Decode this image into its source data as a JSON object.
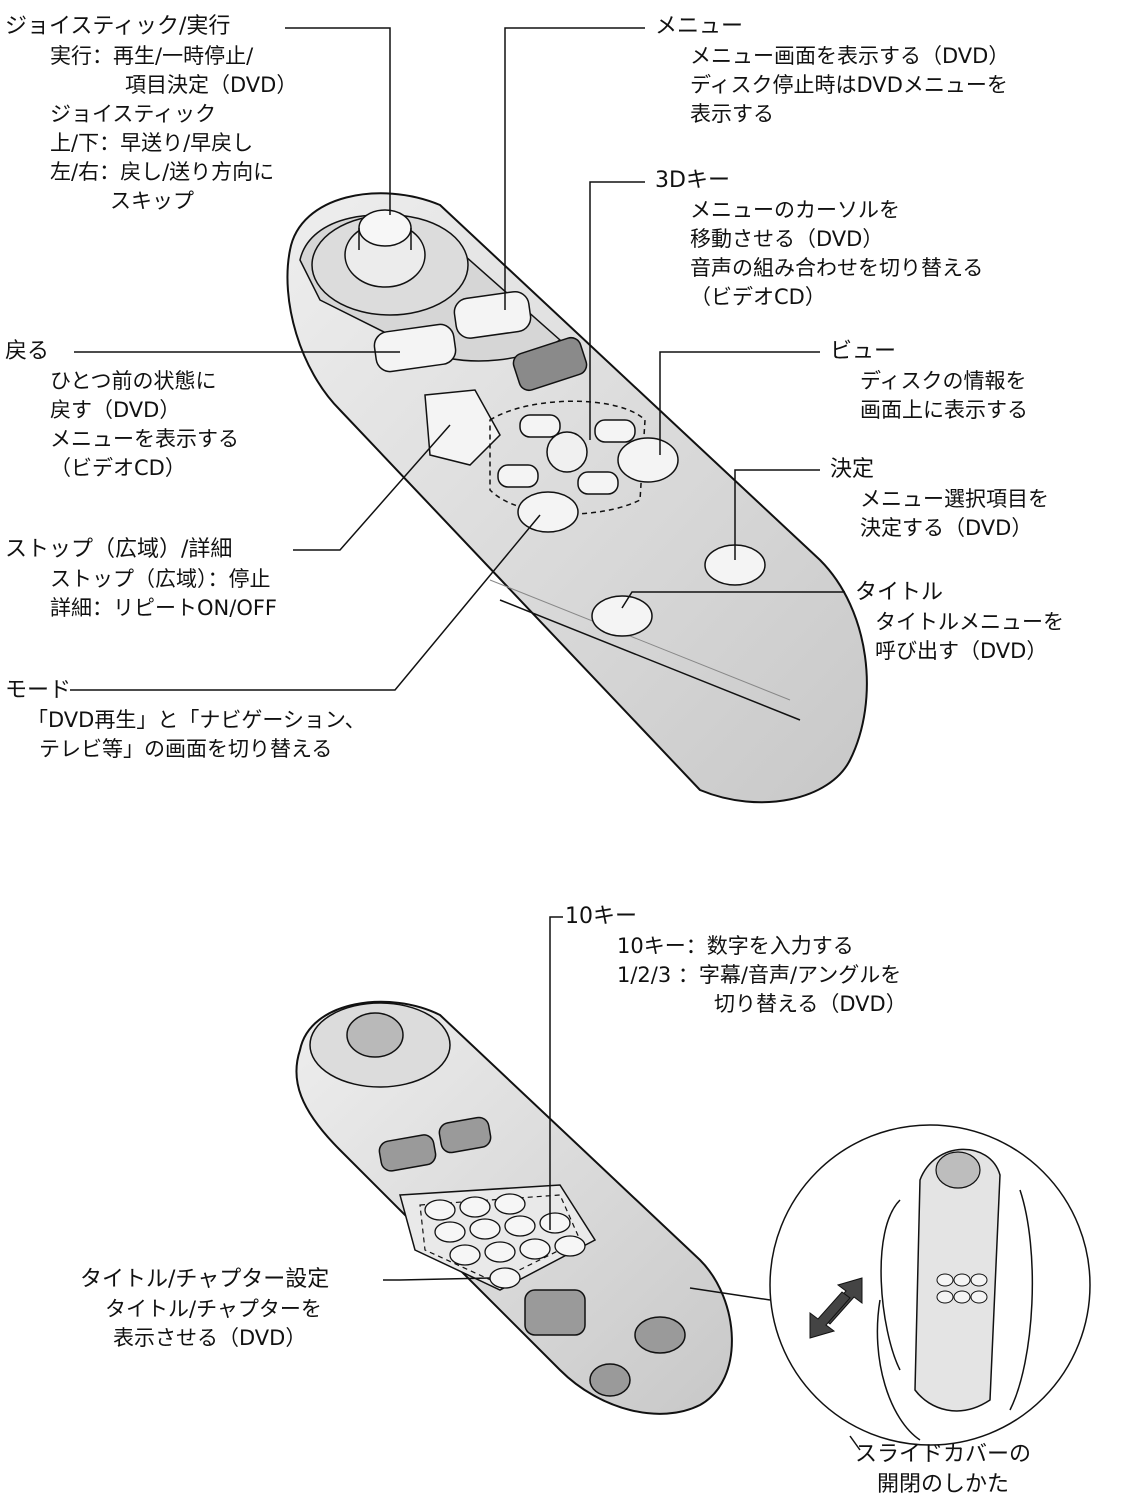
{
  "colors": {
    "body_fill": "#e4e4e4",
    "body_shade": "#c9c9c9",
    "button_fill": "#f4f4f4",
    "dark_button": "#8a8a8a",
    "line": "#111111"
  },
  "labels": {
    "joystick": {
      "title": "ジョイスティック/実行",
      "lines": [
        "実行：再生/一時停止/",
        "項目決定（DVD）",
        "ジョイスティック",
        "上/下：早送り/早戻し",
        "左/右：戻し/送り方向に",
        "スキップ"
      ]
    },
    "menu": {
      "title": "メニュー",
      "lines": [
        "メニュー画面を表示する（DVD）",
        "ディスク停止時はDVDメニューを",
        "表示する"
      ]
    },
    "key3d": {
      "title": "3Dキー",
      "lines": [
        "メニューのカーソルを",
        "移動させる（DVD）",
        "音声の組み合わせを切り替える",
        "（ビデオCD）"
      ]
    },
    "back": {
      "title": "戻る",
      "lines": [
        "ひとつ前の状態に",
        "戻す（DVD）",
        "メニューを表示する",
        "（ビデオCD）"
      ]
    },
    "view": {
      "title": "ビュー",
      "lines": [
        "ディスクの情報を",
        "画面上に表示する"
      ]
    },
    "enter": {
      "title": "決定",
      "lines": [
        "メニュー選択項目を",
        "決定する（DVD）"
      ]
    },
    "stop": {
      "title": "ストップ（広域）/詳細",
      "lines": [
        "ストップ（広域）：停止",
        "詳細：リピートON/OFF"
      ]
    },
    "titlebtn": {
      "title": "タイトル",
      "lines": [
        "タイトルメニューを",
        "呼び出す（DVD）"
      ]
    },
    "mode": {
      "title": "モード",
      "lines": [
        "「DVD再生」と「ナビゲーション、",
        "テレビ等」の画面を切り替える"
      ]
    },
    "tenkey": {
      "title": "10キー",
      "lines": [
        "10キー：数字を入力する",
        "1/2/3 ：字幕/音声/アングルを",
        "切り替える（DVD）"
      ]
    },
    "chapter": {
      "title": "タイトル/チャプター設定",
      "lines": [
        "タイトル/チャプターを",
        "表示させる（DVD）"
      ]
    },
    "slide": {
      "lines": [
        "スライドカバーの",
        "開閉のしかた"
      ]
    }
  }
}
